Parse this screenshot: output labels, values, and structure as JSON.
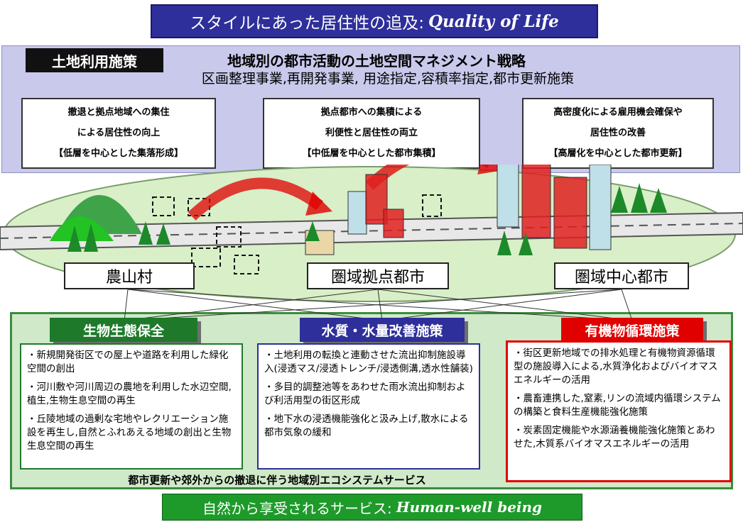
{
  "top_banner": {
    "text": "スタイルにあった居住性の追及:",
    "emphasis": "Quality of Life"
  },
  "land_use": {
    "label": "土地利用施策",
    "title": "地域別の都市活動の土地空間マネジメント戦略",
    "subtitle": "区画整理事業,再開発事業, 用途指定,容積率指定,都市更新施策",
    "boxes": [
      {
        "line1": "撤退と拠点地域への集住",
        "line2": "による居住性の向上",
        "line3": "【低層を中心とした集落形成】"
      },
      {
        "line1": "拠点都市への集積による",
        "line2": "利便性と居住性の両立",
        "line3": "【中低層を中心とした都市集積】"
      },
      {
        "line1": "高密度化による雇用機会確保や",
        "line2": "居住性の改善",
        "line3": "【高層化を中心とした都市更新】"
      }
    ]
  },
  "towns": [
    "農山村",
    "圏域拠点都市",
    "圏域中心都市"
  ],
  "categories": [
    {
      "title": "生物生態保全",
      "color": "#1e7a2a",
      "items": [
        "・新規開発街区での屋上や道路を利用した緑化空間の創出",
        "・河川敷や河川周辺の農地を利用した水辺空間,植生,生物生息空間の再生",
        "・丘陵地域の過剰な宅地やレクリエーション施設を再生し,自然とふれあえる地域の創出と生物生息空間の再生"
      ]
    },
    {
      "title": "水質・水量改善施策",
      "color": "#2e2f9a",
      "items": [
        "・土地利用の転換と連動させた流出抑制施設導入(浸透マス/浸透トレンチ/浸透側溝,透水性舗装)",
        "・多目的調整池等をあわせた雨水流出抑制および利活用型の街区形成",
        "・地下水の浸透機能強化と汲み上げ,散水による都市気象の緩和"
      ]
    },
    {
      "title": "有機物循環施策",
      "color": "#e00000",
      "items": [
        "・街区更新地域での排水処理と有機物資源循環型の施設導入による,水質浄化およびバイオマスエネルギーの活用",
        "・農畜連携した,窒素,リンの流域内循環システムの構築と食料生産機能強化施策",
        "・炭素固定機能や水源涵養機能強化施策とあわせた,木質系バイオマスエネルギーの活用"
      ]
    }
  ],
  "eco_caption": "都市更新や郊外からの撤退に伴う地域別エコシステムサービス",
  "bottom_banner": {
    "text": "自然から享受されるサービス:",
    "emphasis": "Human-well being"
  }
}
